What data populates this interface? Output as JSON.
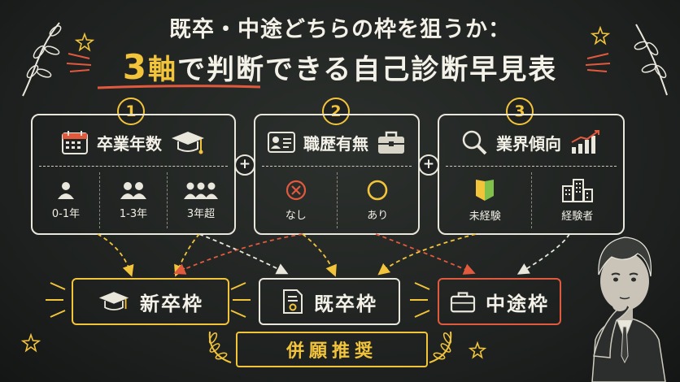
{
  "title": {
    "line1": "既卒・中途どちらの枠を狙うか：",
    "line2_number": "3",
    "line2_axis": "軸",
    "line2_rest": "で判断できる自己診断早見表"
  },
  "panels": [
    {
      "number": "1",
      "title": "卒業年数",
      "options": [
        "0-1年",
        "1-3年",
        "3年超"
      ]
    },
    {
      "number": "2",
      "title": "職歴有無",
      "options": [
        "なし",
        "あり"
      ]
    },
    {
      "number": "3",
      "title": "業界傾向",
      "options": [
        "未経験",
        "経験者"
      ]
    }
  ],
  "plus_symbol": "+",
  "results": [
    {
      "label": "新卒枠"
    },
    {
      "label": "既卒枠"
    },
    {
      "label": "中途枠"
    }
  ],
  "banner": "併願推奨",
  "colors": {
    "chalkboard": "#1d201e",
    "chalk_white": "#e9e6dc",
    "chalk_yellow": "#f2c43c",
    "chalk_red": "#e25a3e",
    "chalk_green": "#7fbf4a"
  }
}
